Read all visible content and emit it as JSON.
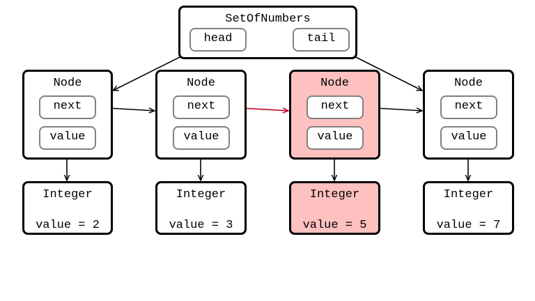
{
  "colors": {
    "highlight_fill": "#ffc0c0",
    "highlight_edge": "#c00020",
    "edge": "#000000",
    "field_border": "#808080"
  },
  "set": {
    "title": "SetOfNumbers",
    "head_label": "head",
    "tail_label": "tail"
  },
  "nodes": [
    {
      "title": "Node",
      "next_label": "next",
      "value_label": "value",
      "highlighted": false
    },
    {
      "title": "Node",
      "next_label": "next",
      "value_label": "value",
      "highlighted": false
    },
    {
      "title": "Node",
      "next_label": "next",
      "value_label": "value",
      "highlighted": true
    },
    {
      "title": "Node",
      "next_label": "next",
      "value_label": "value",
      "highlighted": false
    }
  ],
  "integers": [
    {
      "title": "Integer",
      "value_text": "value = 2",
      "highlighted": false
    },
    {
      "title": "Integer",
      "value_text": "value = 3",
      "highlighted": false
    },
    {
      "title": "Integer",
      "value_text": "value = 5",
      "highlighted": true
    },
    {
      "title": "Integer",
      "value_text": "value = 7",
      "highlighted": false
    }
  ],
  "edges": [
    {
      "from": "set.head",
      "to": "node.0",
      "highlighted": false
    },
    {
      "from": "set.tail",
      "to": "node.3",
      "highlighted": false
    },
    {
      "from": "node.0.next",
      "to": "node.1",
      "highlighted": false
    },
    {
      "from": "node.1.next",
      "to": "node.2",
      "highlighted": true
    },
    {
      "from": "node.2.next",
      "to": "node.3",
      "highlighted": false
    },
    {
      "from": "node.0.value",
      "to": "integer.0",
      "highlighted": false
    },
    {
      "from": "node.1.value",
      "to": "integer.1",
      "highlighted": false
    },
    {
      "from": "node.2.value",
      "to": "integer.2",
      "highlighted": false
    },
    {
      "from": "node.3.value",
      "to": "integer.3",
      "highlighted": false
    }
  ]
}
